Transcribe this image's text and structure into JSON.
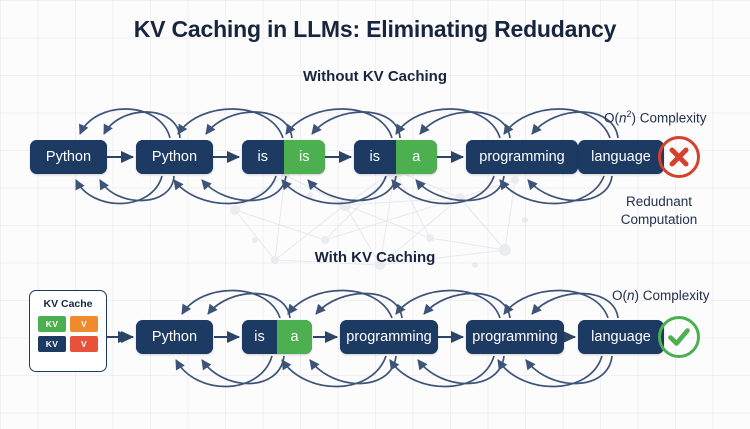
{
  "title": "KV Caching in LLMs: Eliminating Redudancy",
  "colors": {
    "navy": "#1d3a63",
    "green": "#4CAF50",
    "red": "#d6412e",
    "orange": "#ef8b2c",
    "red_orange": "#e8513a",
    "background": "#fcfcfd",
    "text": "#17253f"
  },
  "sections": {
    "top": {
      "subtitle": "Without KV Caching",
      "complexity_label": "O(n²) Complexity",
      "complexity_base": "O(",
      "complexity_var": "n",
      "complexity_sup": "2",
      "complexity_tail": ") Complexity",
      "note": "Redudnant\nComputation",
      "note_line1": "Redudnant",
      "note_line2": "Computation",
      "status_icon": "cross-circle-icon",
      "tokens": [
        {
          "segments": [
            {
              "label": "Python",
              "color": "navy"
            }
          ]
        },
        {
          "segments": [
            {
              "label": "Python",
              "color": "navy"
            }
          ]
        },
        {
          "segments": [
            {
              "label": "is",
              "color": "navy"
            },
            {
              "label": "is",
              "color": "green"
            }
          ]
        },
        {
          "segments": [
            {
              "label": "is",
              "color": "navy"
            },
            {
              "label": "a",
              "color": "green"
            }
          ]
        },
        {
          "segments": [
            {
              "label": "programming",
              "color": "navy"
            }
          ]
        },
        {
          "segments": [
            {
              "label": "language",
              "color": "navy"
            }
          ]
        }
      ]
    },
    "bottom": {
      "subtitle": "With KV Caching",
      "complexity_label": "O(n) Complexity",
      "complexity_base": "O(",
      "complexity_var": "n",
      "complexity_sup": "",
      "complexity_tail": ") Complexity",
      "status_icon": "check-circle-icon",
      "kv_cache": {
        "title": "KV Cache",
        "cells": [
          {
            "label": "KV",
            "color": "#4CAF50"
          },
          {
            "label": "V",
            "color": "#ef8b2c"
          },
          {
            "label": "KV",
            "color": "#1d3a63"
          },
          {
            "label": "V",
            "color": "#e8513a"
          }
        ]
      },
      "tokens": [
        {
          "segments": [
            {
              "label": "Python",
              "color": "navy"
            }
          ]
        },
        {
          "segments": [
            {
              "label": "is",
              "color": "navy"
            },
            {
              "label": "a",
              "color": "green"
            }
          ]
        },
        {
          "segments": [
            {
              "label": "programming",
              "color": "navy"
            }
          ]
        },
        {
          "segments": [
            {
              "label": "programming",
              "color": "navy"
            }
          ]
        },
        {
          "segments": [
            {
              "label": "language",
              "color": "navy"
            }
          ]
        }
      ]
    }
  }
}
